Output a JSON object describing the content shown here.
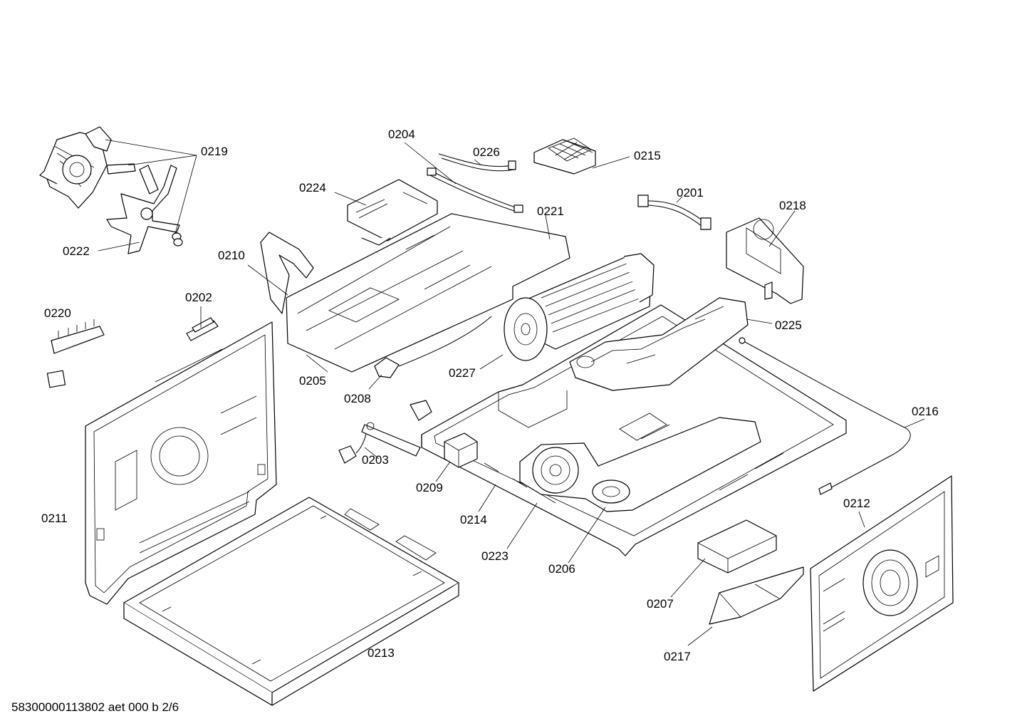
{
  "parts": {
    "p0201": "0201",
    "p0202": "0202",
    "p0203": "0203",
    "p0204": "0204",
    "p0205": "0205",
    "p0206": "0206",
    "p0207": "0207",
    "p0208": "0208",
    "p0209": "0209",
    "p0210": "0210",
    "p0211": "0211",
    "p0212": "0212",
    "p0213": "0213",
    "p0214": "0214",
    "p0215": "0215",
    "p0216": "0216",
    "p0217": "0217",
    "p0218": "0218",
    "p0219": "0219",
    "p0220": "0220",
    "p0221": "0221",
    "p0222": "0222",
    "p0223": "0223",
    "p0224": "0224",
    "p0225": "0225",
    "p0226": "0226",
    "p0227": "0227"
  },
  "footer": {
    "drawing_id": "58300000113802 aet 000 b 2/6"
  }
}
